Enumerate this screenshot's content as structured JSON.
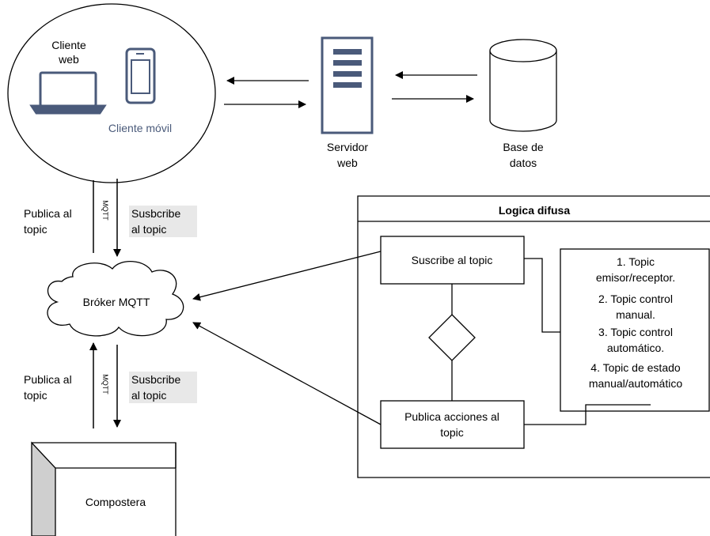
{
  "clients": {
    "web_label_line1": "Cliente",
    "web_label_line2": "web",
    "mobile_label": "Cliente móvil"
  },
  "server": {
    "label_line1": "Servidor",
    "label_line2": "web"
  },
  "database": {
    "label_line1": "Base de",
    "label_line2": "datos"
  },
  "top_link": {
    "publish_line1": "Publica al",
    "publish_line2": "topic",
    "protocol": "MQTT",
    "subscribe_line1": "Susbcribe",
    "subscribe_line2": "al topic"
  },
  "broker": {
    "label": "Bróker MQTT"
  },
  "bottom_link": {
    "publish_line1": "Publica al",
    "publish_line2": "topic",
    "protocol": "MQTT",
    "subscribe_line1": "Susbcribe",
    "subscribe_line2": "al topic"
  },
  "composter": {
    "label": "Compostera"
  },
  "fuzzy_logic": {
    "title": "Logica difusa",
    "subscribe_box": "Suscribe al topic",
    "publish_box_line1": "Publica acciones al",
    "publish_box_line2": "topic",
    "topics": [
      "1. Topic",
      "emisor/receptor.",
      "2. Topic control",
      "manual.",
      "3. Topic control",
      "automático.",
      "4. Topic de estado",
      "manual/automático"
    ]
  },
  "colors": {
    "stroke": "#000000",
    "icon_stroke": "#4a5a7a",
    "highlight": "#e8e8e8"
  }
}
